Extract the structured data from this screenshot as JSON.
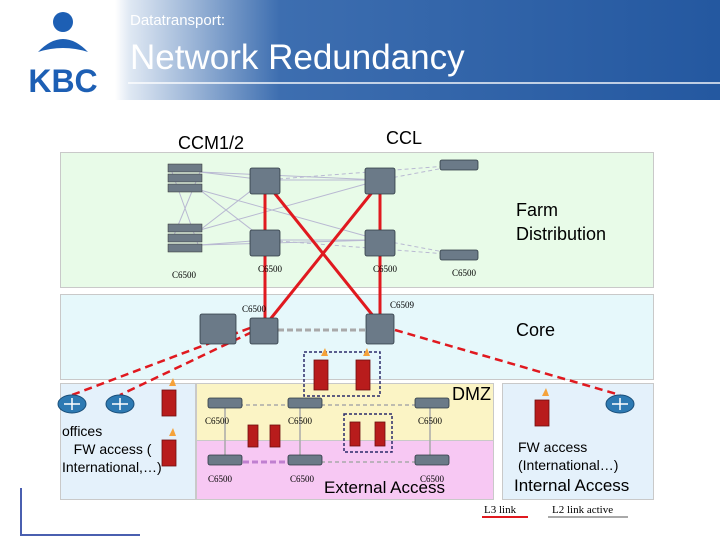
{
  "header": {
    "subtitle": "Datatransport:",
    "title": "Network Redundancy",
    "logo_text": "KBC"
  },
  "zones": {
    "ccm": "CCM1/2",
    "ccl": "CCL",
    "farm": "Farm\nDistribution",
    "core": "Core",
    "dmz": "DMZ",
    "offices": "offices\n   FW access (\nInternational,…)",
    "fw_access": "FW access\n(International…)",
    "external_access": "External Access",
    "internal_access": "Internal Access"
  },
  "device_labels": {
    "farm_left": "C6500",
    "farm_mid_left": "C6500",
    "farm_mid_right": "C6500",
    "farm_right": "C6500",
    "core_left": "C6500",
    "core_right": "C6509",
    "dmz_top_left": "C6500",
    "dmz_top_mid": "C6500",
    "dmz_top_right": "C6500",
    "ext_left": "C6500",
    "ext_mid": "C6500",
    "ext_right": "C6500"
  },
  "legend": {
    "l3": "L3 link",
    "l2": "L2 link active"
  },
  "colors": {
    "l3_link": "#e0191f",
    "l2_link": "#a9a9a9",
    "farm_zone": "#e8fbe8",
    "core_zone": "#e6f8fb",
    "dmz_zone": "#fbf4c5",
    "external_zone": "#f7c8f3",
    "side_zones": "#e4f1fb"
  },
  "icons": [
    "kbc-logo",
    "switch-icon",
    "router-icon",
    "firewall-icon",
    "server-stack-icon"
  ]
}
